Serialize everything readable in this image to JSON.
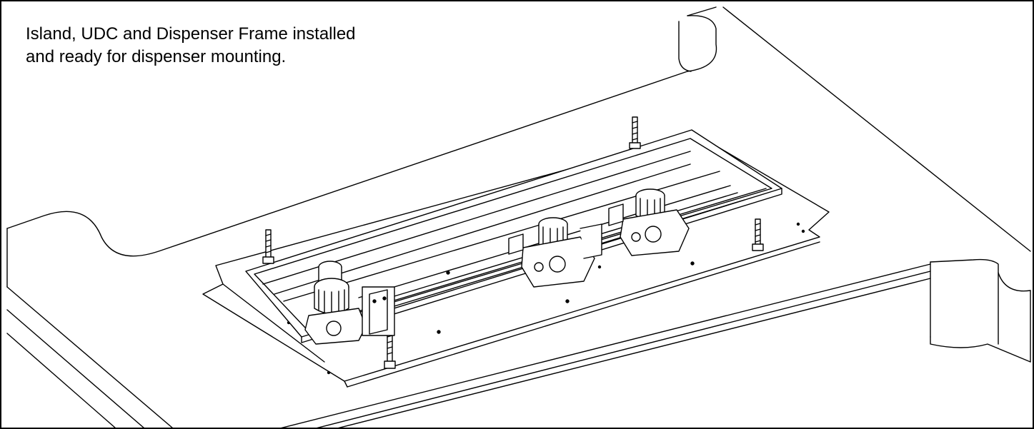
{
  "caption": {
    "line1": "Island, UDC and Dispenser Frame installed",
    "line2": "and ready for dispenser mounting."
  },
  "colors": {
    "ink": "#000000",
    "paper": "#ffffff",
    "shade": "#d9d9d9"
  },
  "drawing": {
    "parts": [
      "island",
      "udc-box",
      "dispenser-frame",
      "anchor-bolts",
      "valves"
    ]
  }
}
